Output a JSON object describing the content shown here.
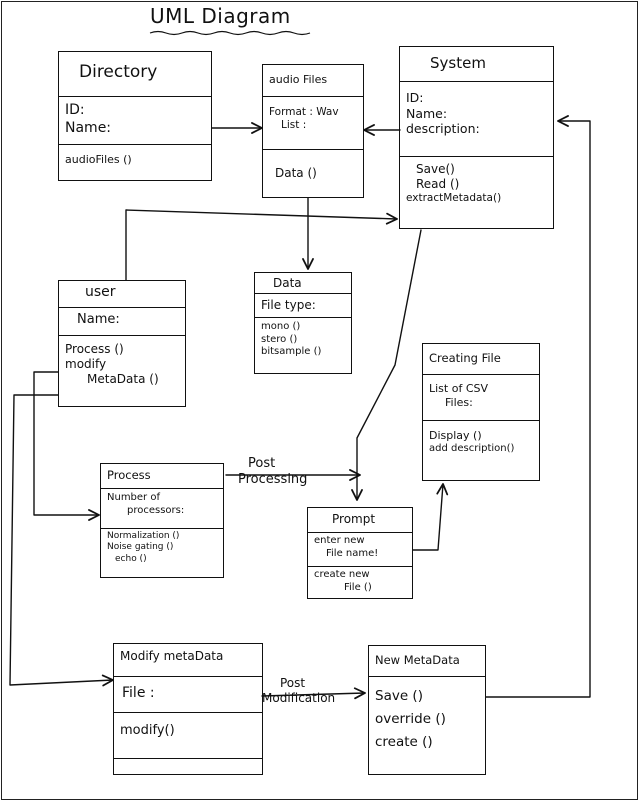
{
  "title": "UML Diagram",
  "classes": {
    "directory": {
      "name": "Directory",
      "attributes": [
        "ID:",
        "Name:"
      ],
      "methods": [
        "audioFiles ()"
      ]
    },
    "audio_files": {
      "name": "audio Files",
      "attributes": [
        "Format : Wav",
        "List :"
      ],
      "methods": [
        "Data ()"
      ]
    },
    "system": {
      "name": "System",
      "attributes": [
        "ID:",
        "Name:",
        "description:"
      ],
      "methods": [
        "Save()",
        "Read ()",
        "extractMetadata()"
      ]
    },
    "data": {
      "name": "Data",
      "attributes": [
        "File type:"
      ],
      "methods": [
        "mono ()",
        "stero ()",
        "bitsample ()"
      ]
    },
    "user": {
      "name": "user",
      "attributes": [
        "Name:"
      ],
      "methods": [
        "Process ()",
        "modify",
        "MetaData ()"
      ]
    },
    "creating_file": {
      "name": "Creating File",
      "attributes": [
        "List of CSV",
        "Files:"
      ],
      "methods": [
        "Display ()",
        "add description()"
      ]
    },
    "process": {
      "name": "Process",
      "attributes": [
        "Number of",
        "processors:"
      ],
      "methods": [
        "Normalization ()",
        "Noise gating ()",
        "echo ()"
      ]
    },
    "prompt": {
      "name": "Prompt",
      "attributes": [
        "enter new",
        "File name!"
      ],
      "methods": [
        "create new",
        "File ()"
      ]
    },
    "modify_metadata": {
      "name": "Modify metaData",
      "attributes": [
        "File :"
      ],
      "methods": [
        "modify()"
      ]
    },
    "new_metadata": {
      "name": "New MetaData",
      "attributes": [],
      "methods": [
        "Save ()",
        "override ()",
        "create ()"
      ]
    }
  },
  "edge_labels": {
    "post_processing": [
      "Post",
      "Processing"
    ],
    "post_modification": [
      "Post",
      "Modification"
    ]
  }
}
